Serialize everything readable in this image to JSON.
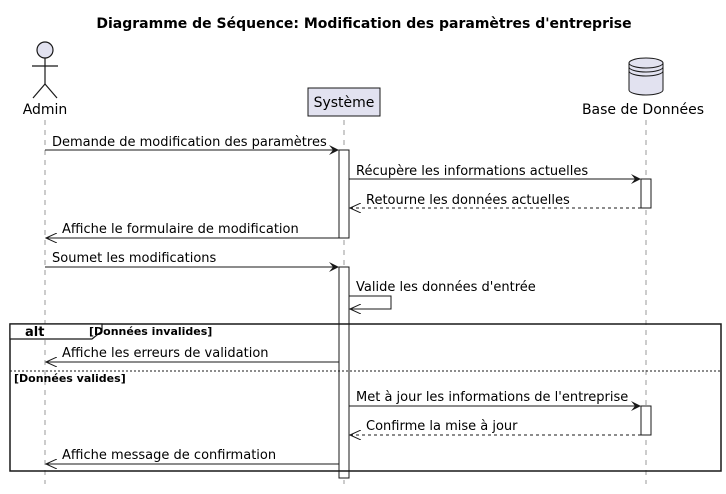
{
  "title": "Diagramme de Séquence: Modification des paramètres d'entreprise",
  "participants": {
    "admin": "Admin",
    "systeme": "Système",
    "bdd": "Base de Données"
  },
  "messages": {
    "m1": "Demande de modification des paramètres",
    "m2": "Récupère les informations actuelles",
    "m3": "Retourne les données actuelles",
    "m4": "Affiche le formulaire de modification",
    "m5": "Soumet les modifications",
    "m6": "Valide les données d'entrée",
    "m7": "Affiche les erreurs de validation",
    "m8": "Met à jour les informations de l'entreprise",
    "m9": "Confirme la mise à jour",
    "m10": "Affiche message de confirmation"
  },
  "alt": {
    "keyword": "alt",
    "guard1": "[Données invalides]",
    "guard2": "[Données valides]"
  },
  "colors": {
    "participant_fill": "#E2E2F0",
    "participant_stroke": "#181818",
    "lifeline": "#999999",
    "arrow": "#181818"
  }
}
